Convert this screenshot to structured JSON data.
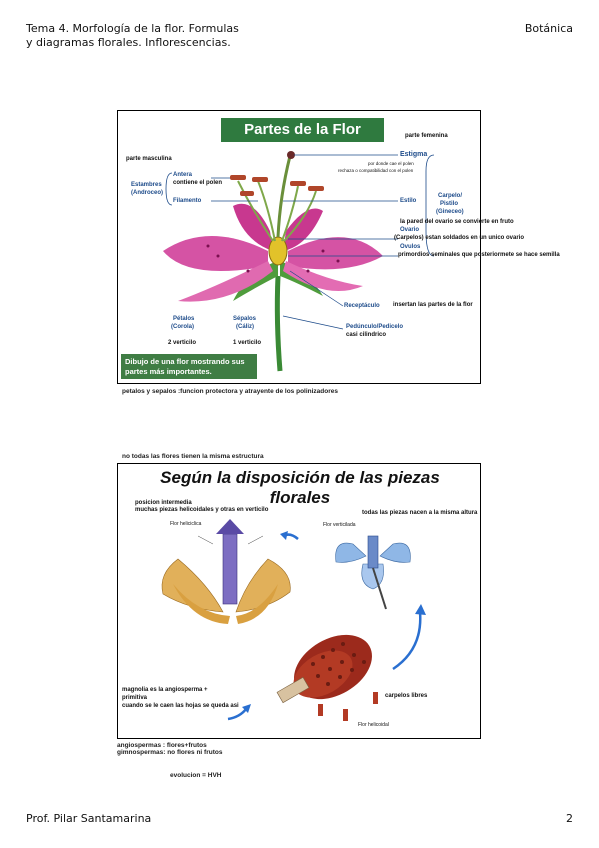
{
  "header": {
    "title_line1": "Tema 4. Morfología de la flor. Formulas",
    "title_line2": "y diagramas florales. Inflorescencias.",
    "subject": "Botánica"
  },
  "footer": {
    "author": "Prof. Pilar Santamarina",
    "page_number": "2"
  },
  "slide1": {
    "title": "Partes de la Flor",
    "caption": "Dibujo de una flor mostrando sus partes más importantes.",
    "labels": {
      "parte_femenina": "parte femenina",
      "parte_masculina": "parte masculina",
      "estigma": "Estigma",
      "estigma_note1": "por donde cae el polen",
      "estigma_note2": "rechaza o compatibilidad con el polen",
      "antera": "Antera",
      "antera_note": "contiene el polen",
      "estambres": "Estambres",
      "androceo": "(Androceo)",
      "filamento": "Filamento",
      "estilo": "Estilo",
      "carpelo": "Carpelo/",
      "pistilo": "Pistilo",
      "gineceo": "(Gineceo)",
      "ovario_note": "la pared del ovario se convierte en fruto",
      "ovario": "Ovario",
      "carpelos_note": "(Carpelos) estan soldados en un unico ovario",
      "ovulos": "Ovulos",
      "ovulos_note": "primordios seminales que posteriormete se hace semilla",
      "receptaculo": "Receptáculo",
      "receptaculo_note": "insertan las partes de la flor",
      "petalos": "Pétalos",
      "corola": "(Corola)",
      "sepalos": "Sépalos",
      "caliz": "(Cáliz)",
      "verticilo2": "2 verticilo",
      "verticilo1": "1 verticilo",
      "pedunculo": "Pedúnculo/Pedicelo",
      "pedunculo_note": "casi cilindrico"
    }
  },
  "note_below_slide1": "petalos y sepalos :funcion protectora y atrayente de los polinizadores",
  "note_above_slide2": "no todas las flores tienen la misma estructura",
  "slide2": {
    "title_line1": "Según la disposición de las piezas",
    "title_line2": "florales",
    "notes": {
      "posicion": "posicion intermedia",
      "helicoidales": "muchas piezas helicoidales y otras en verticilo",
      "verticilo_note": "todas las piezas nacen a la misma altura",
      "flor_heliciclica": "Flor heliciclica",
      "flor_verticilada": "Flor verticilada",
      "flor_helicoidal": "Flor helicoidal",
      "magnolia1": "magnolia es la angiosperma +",
      "magnolia2": "primitiva",
      "magnolia3": "cuando se le caen las hojas se queda asi",
      "carpelos_libres": "carpelos libres"
    }
  },
  "note_after_slide2_1": "angiospermas : flores+frutos",
  "note_after_slide2_2": "gimnospermas: no flores ni frutos",
  "note_evolucion": "evolucion = HVH",
  "colors": {
    "title_green": "#2f7a3f",
    "caption_green": "#3f7d44",
    "label_blue": "#1d4b8a",
    "petal_pink": "#d0409a",
    "arrow_blue": "#2a6fd0",
    "cone_red": "#9c2a1c"
  }
}
